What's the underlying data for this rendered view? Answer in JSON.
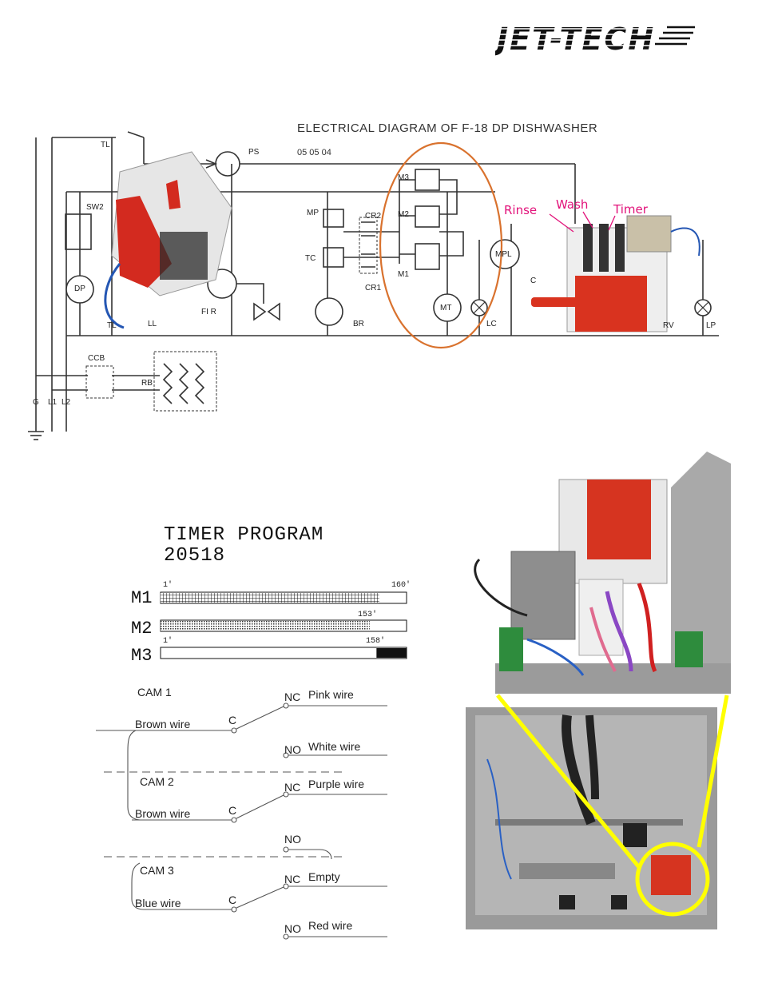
{
  "logo": {
    "text": "JET-TECH"
  },
  "diagram": {
    "title": "ELECTRICAL DIAGRAM OF F-18 DP DISHWASHER",
    "date": "05 05 04",
    "labels": {
      "tl": "TL",
      "ps": "PS",
      "sw2": "SW2",
      "dp": "DP",
      "fi_r": "FI R",
      "ll": "LL",
      "tl2": "TL",
      "mp": "MP",
      "tc": "TC",
      "cr2": "CR2",
      "cr1": "CR1",
      "br": "BR",
      "m3": "M3",
      "m2": "M2",
      "m1": "M1",
      "mt": "MT",
      "lc": "LC",
      "mpl": "MPL",
      "c": "C",
      "rv": "RV",
      "lp": "LP",
      "ccb": "CCB",
      "rb": "RB",
      "g": "G",
      "l1": "L1",
      "l2": "L2"
    },
    "callouts": {
      "rinse": "Rinse",
      "wash": "Wash",
      "timer": "Timer"
    }
  },
  "timer_program": {
    "title": "TIMER PROGRAM",
    "number": "20518",
    "rows": [
      {
        "name": "M1",
        "start_label": "1'",
        "end_label": "160'",
        "start": 1,
        "end": 160
      },
      {
        "name": "M2",
        "start_label": "",
        "end_label": "153'",
        "start": 1,
        "end": 153
      },
      {
        "name": "M3",
        "start_label": "1'",
        "end_label": "158'",
        "start": 158,
        "end": 180
      }
    ]
  },
  "cams": {
    "cam1": {
      "title": "CAM 1",
      "input": "Brown wire",
      "c": "C",
      "nc": "NC",
      "nc_wire": "Pink wire",
      "no": "NO",
      "no_wire": "White wire"
    },
    "cam2": {
      "title": "CAM 2",
      "input": "Brown wire",
      "c": "C",
      "nc": "NC",
      "nc_wire": "Purple wire",
      "no": "NO"
    },
    "cam3": {
      "title": "CAM 3",
      "input": "Blue wire",
      "c": "C",
      "nc": "NC",
      "nc_wire": "Empty",
      "no": "NO",
      "no_wire": "Red wire"
    }
  },
  "colors": {
    "callout_pink": "#e2127a",
    "highlight_orange": "#d9722e",
    "highlight_yellow": "#ffff00"
  }
}
